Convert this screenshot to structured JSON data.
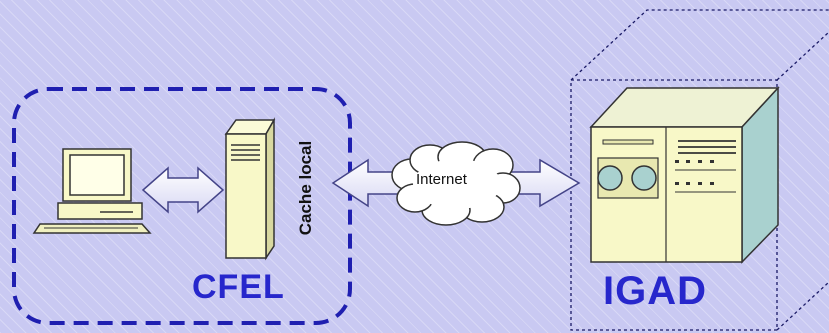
{
  "labels": {
    "local_site": "CFEL",
    "cache": "Cache local",
    "network": "Internet",
    "remote_site": "IGAD"
  },
  "icons": {
    "workstation": "desktop-computer-icon",
    "cache_server": "tower-server-icon",
    "network": "cloud-icon",
    "remote_server": "mainframe-server-icon"
  },
  "colors": {
    "background": "#c9c9f2",
    "site_label": "#2727cc",
    "boundary": "#1f1fb0",
    "device_body": "#f8f8c8",
    "arrow_fill": "#ebebff"
  }
}
